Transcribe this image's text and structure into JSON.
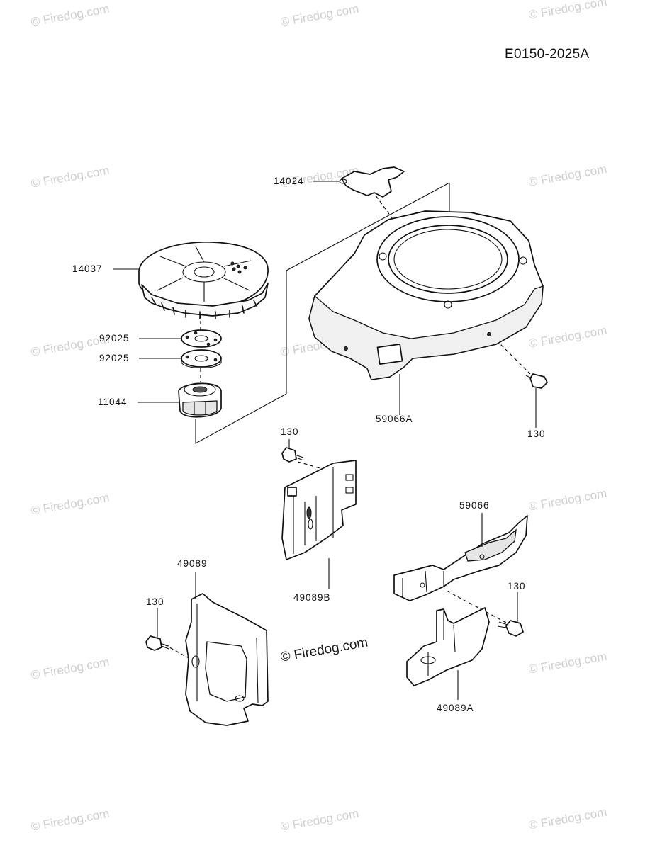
{
  "drawing_code": "E0150-2025A",
  "watermark": {
    "text": "© Firedog.com"
  },
  "parts": [
    {
      "id": "14024",
      "label": "14024"
    },
    {
      "id": "14037",
      "label": "14037"
    },
    {
      "id": "92025a",
      "label": "92025"
    },
    {
      "id": "92025b",
      "label": "92025"
    },
    {
      "id": "11044",
      "label": "11044"
    },
    {
      "id": "59066A",
      "label": "59066A"
    },
    {
      "id": "130a",
      "label": "130"
    },
    {
      "id": "130b",
      "label": "130"
    },
    {
      "id": "49089B",
      "label": "49089B"
    },
    {
      "id": "59066",
      "label": "59066"
    },
    {
      "id": "130c",
      "label": "130"
    },
    {
      "id": "49089",
      "label": "49089"
    },
    {
      "id": "130d",
      "label": "130"
    },
    {
      "id": "49089A",
      "label": "49089A"
    }
  ]
}
